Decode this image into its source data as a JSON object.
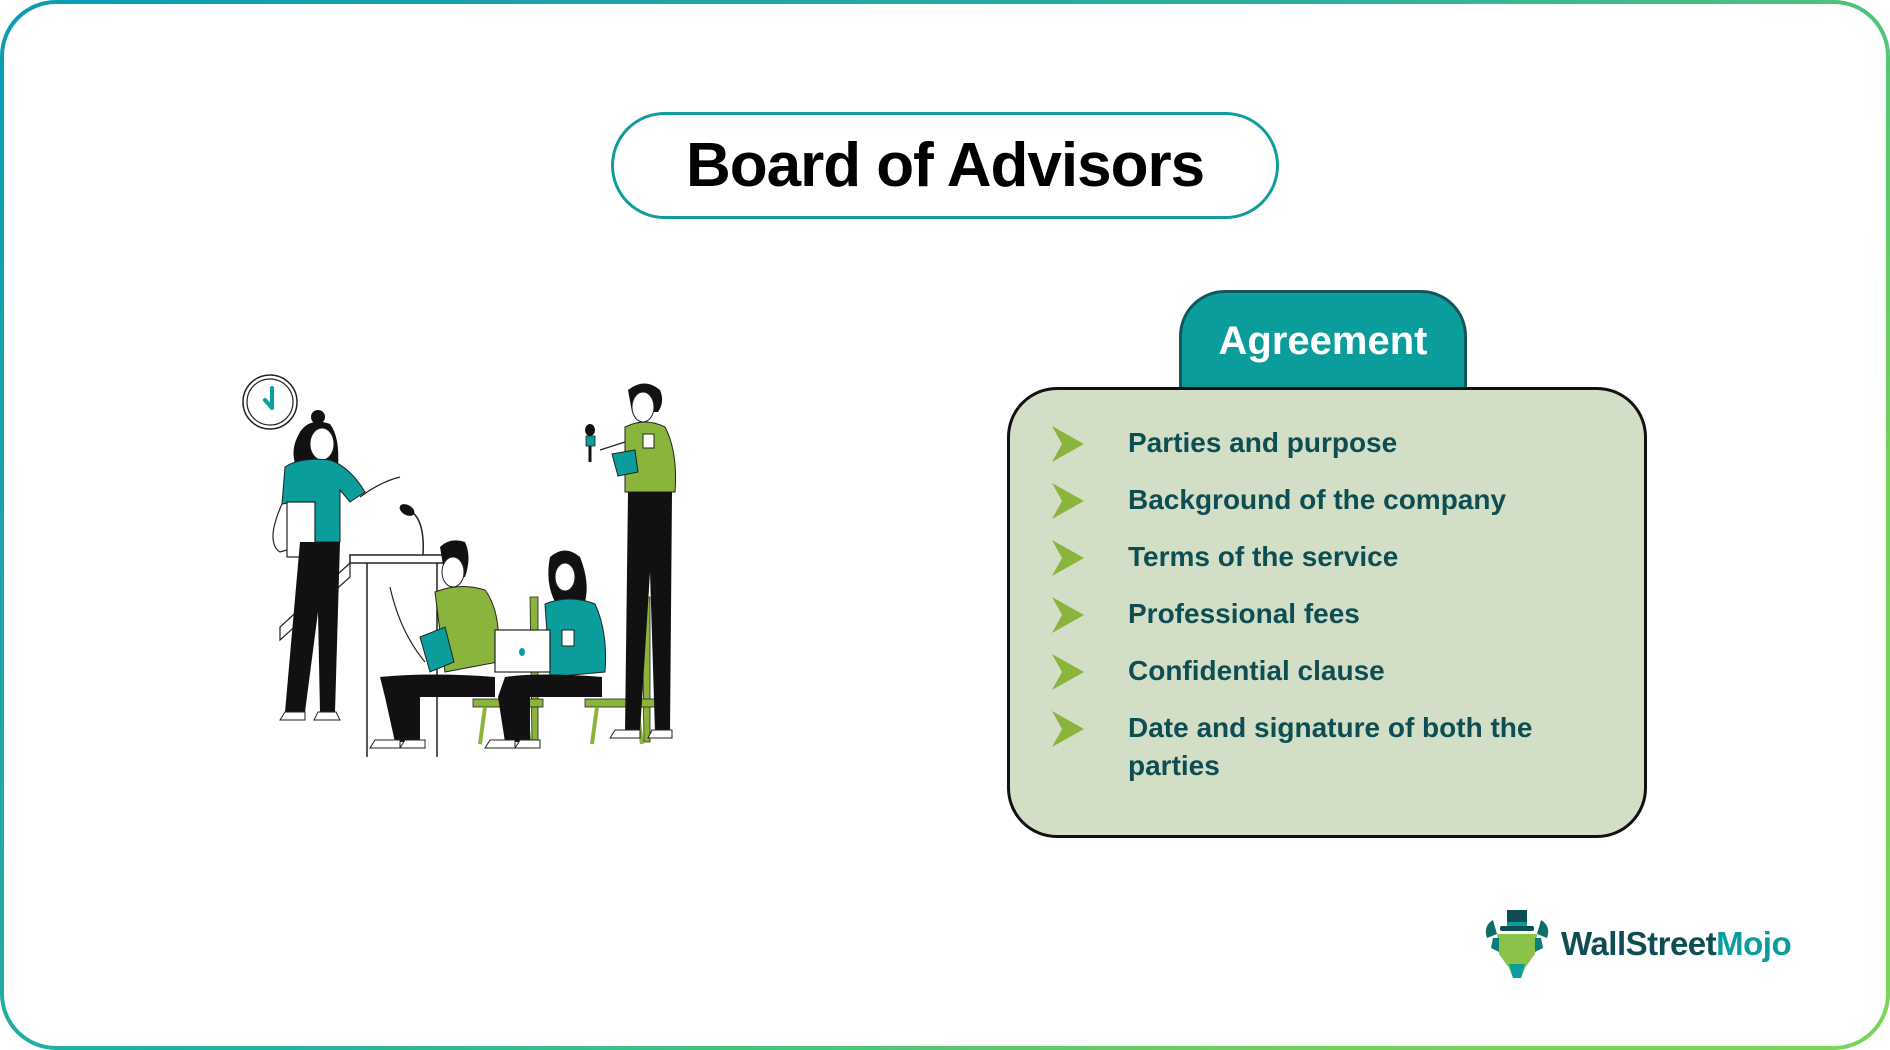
{
  "title": "Board of Advisors",
  "agreement": {
    "heading": "Agreement",
    "items": [
      {
        "label": "Parties and purpose",
        "icon": "arrow-right-icon"
      },
      {
        "label": "Background of the company",
        "icon": "arrow-right-icon"
      },
      {
        "label": "Terms of the service",
        "icon": "arrow-right-icon"
      },
      {
        "label": "Professional fees",
        "icon": "arrow-right-icon"
      },
      {
        "label": "Confidential clause",
        "icon": "arrow-right-icon"
      },
      {
        "label": "Date and signature of both the parties",
        "icon": "arrow-right-icon"
      }
    ]
  },
  "illustration": {
    "description": "Meeting scene: speaker at podium, two seated people, one standing with microphone",
    "icons": [
      "clock-icon",
      "podium-icon",
      "microphone-icon",
      "laptop-icon",
      "book-icon"
    ]
  },
  "logo": {
    "part1": "WallStreet",
    "part2": "Mojo",
    "icon": "bull-with-top-hat-icon"
  },
  "colors": {
    "teal": "#0a9d9b",
    "dark_teal_text": "#0e4e53",
    "panel_bg": "#d2dfc6",
    "arrow_green": "#8bb43c",
    "shirt_green": "#8bb43c",
    "border_gradient_start": "#0a9db0",
    "border_gradient_end": "#7bd65a"
  }
}
